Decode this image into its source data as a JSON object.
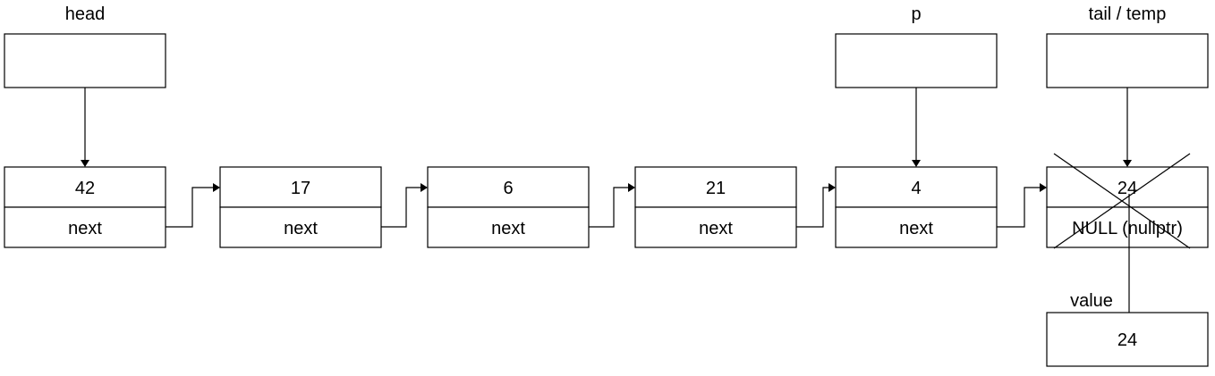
{
  "pointers": {
    "head": {
      "label": "head"
    },
    "p": {
      "label": "p"
    },
    "tail": {
      "label": "tail / temp"
    }
  },
  "nodes": [
    {
      "value": "42",
      "next": "next"
    },
    {
      "value": "17",
      "next": "next"
    },
    {
      "value": "6",
      "next": "next"
    },
    {
      "value": "21",
      "next": "next"
    },
    {
      "value": "4",
      "next": "next"
    },
    {
      "value": "24",
      "next": "NULL (nullptr)",
      "crossed_out": true
    }
  ],
  "value_var": {
    "label": "value",
    "value": "24"
  }
}
